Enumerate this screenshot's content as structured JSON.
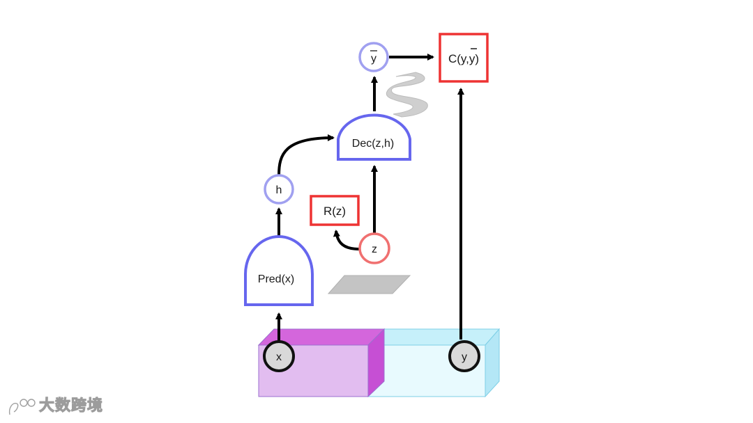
{
  "nodes": {
    "x": "x",
    "y": "y",
    "pred": "Pred(x)",
    "h": "h",
    "dec": "Dec(z,h)",
    "ybar": "y",
    "cost": "C(y,y)",
    "reg": "R(z)",
    "z": "z"
  },
  "watermark": "大数跨境",
  "colors": {
    "module_stroke": "#6666ee",
    "variable_stroke": "#9999ee",
    "cost_stroke": "#ee3333",
    "latent_stroke": "#ee6666",
    "observed_fill": "#d9d9d9",
    "x_block": "#cc55dd",
    "y_block": "#aee8f6"
  }
}
